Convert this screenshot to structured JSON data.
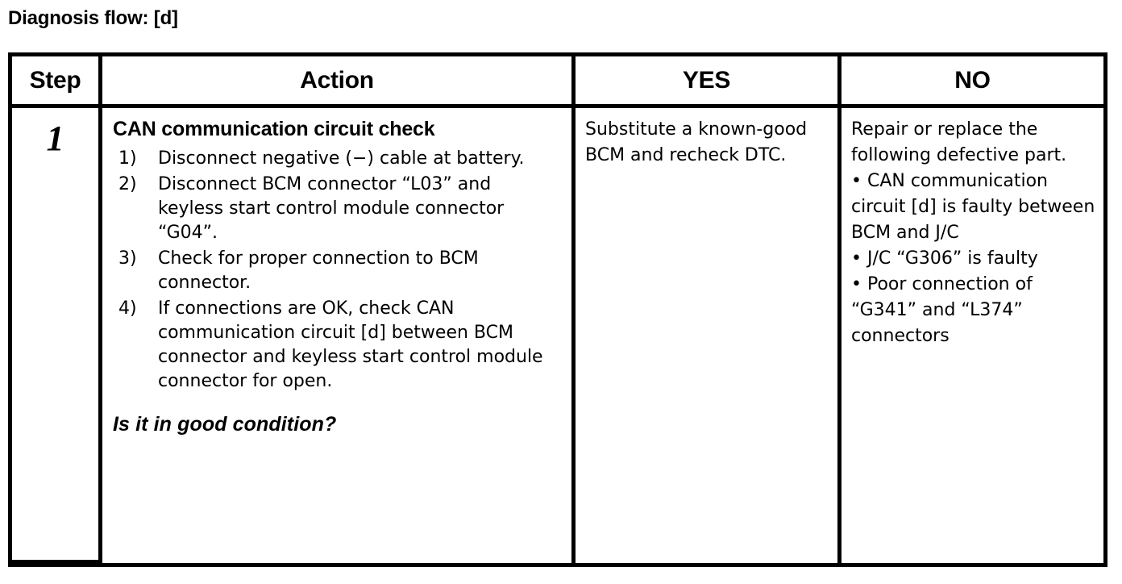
{
  "page_title": "Diagnosis flow: [d]",
  "table": {
    "headers": {
      "step": "Step",
      "action": "Action",
      "yes": "YES",
      "no": "NO"
    },
    "rows": [
      {
        "step": "1",
        "action": {
          "heading": "CAN communication circuit check",
          "items": [
            {
              "marker": "1)",
              "text": "Disconnect negative (−) cable at battery."
            },
            {
              "marker": "2)",
              "text": "Disconnect BCM connector “L03” and keyless start control module connector “G04”."
            },
            {
              "marker": "3)",
              "text": "Check for proper connection to BCM connector."
            },
            {
              "marker": "4)",
              "text": "If connections are OK, check CAN communication circuit [d] between BCM connector and keyless start control module connector for open."
            }
          ],
          "question": "Is it in good condition?"
        },
        "yes": {
          "text": "Substitute a known-good BCM and recheck DTC."
        },
        "no": {
          "intro": "Repair or replace the following defective part.",
          "bullets": [
            "• CAN communication circuit [d] is faulty between BCM and J/C",
            "• J/C “G306” is faulty",
            "• Poor connection of “G341” and “L374” connectors"
          ]
        }
      }
    ]
  }
}
